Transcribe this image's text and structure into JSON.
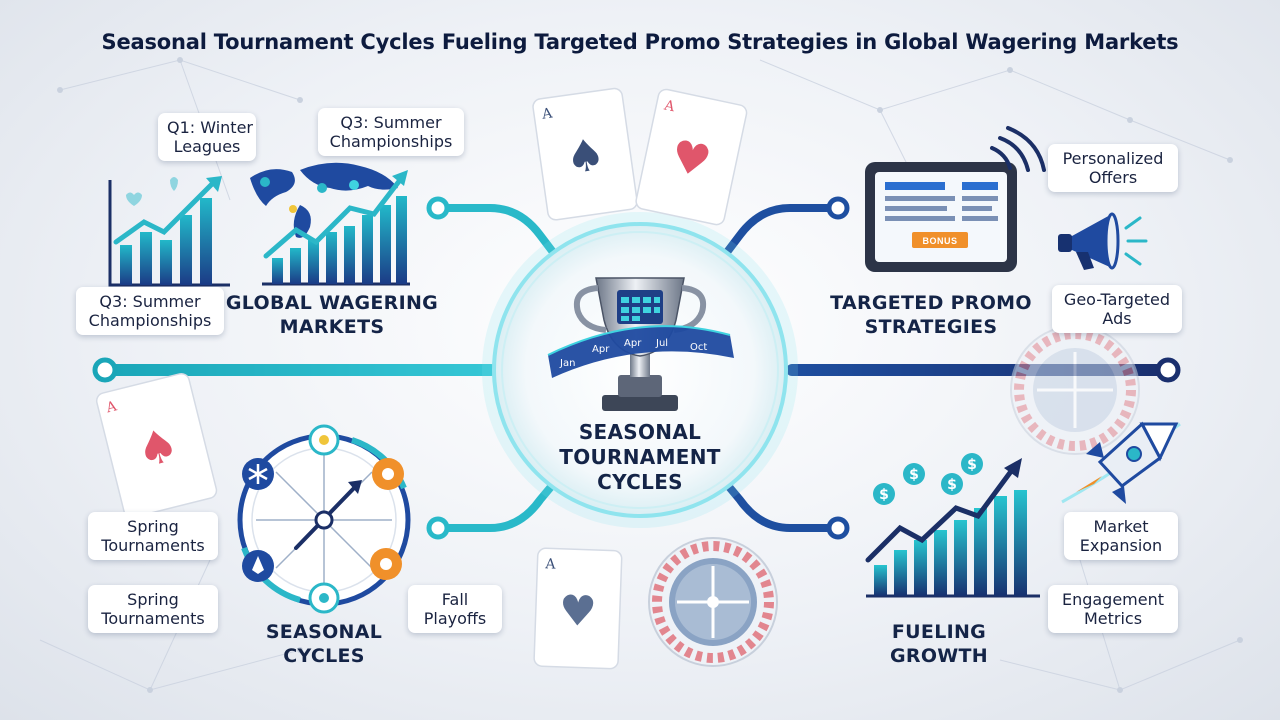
{
  "title": "Seasonal Tournament Cycles Fueling Targeted Promo Strategies in Global Wagering Markets",
  "center": {
    "heading": [
      "SEASONAL",
      "TOURNAMENT",
      "CYCLES"
    ],
    "months": [
      "Jan",
      "Apr",
      "Apr",
      "Jul",
      "Oct"
    ],
    "trophy_icon": "trophy-calendar-icon"
  },
  "top_left": {
    "heading": [
      "GLOBAL WAGERING",
      "MARKETS"
    ],
    "callouts": [
      {
        "lines": [
          "Q1: Winter",
          "Leagues"
        ]
      },
      {
        "lines": [
          "Q3: Summer",
          "Championships"
        ]
      },
      {
        "lines": [
          "Q3: Summer",
          "Championships"
        ]
      }
    ],
    "icons": [
      "bar-growth-chart-icon",
      "world-map-chart-icon"
    ]
  },
  "top_right": {
    "heading": [
      "TARGETED PROMO",
      "STRATEGIES"
    ],
    "tablet_badge": "BONUS",
    "callouts": [
      {
        "lines": [
          "Personalized",
          "Offers"
        ]
      },
      {
        "lines": [
          "Geo-Targeted",
          "Ads"
        ]
      }
    ],
    "icons": [
      "tablet-promo-icon",
      "megaphone-icon",
      "roulette-wheel-icon"
    ]
  },
  "bottom_left": {
    "heading": [
      "SEASONAL",
      "CYCLES"
    ],
    "callouts": [
      {
        "lines": [
          "Spring",
          "Tournaments"
        ]
      },
      {
        "lines": [
          "Spring",
          "Tournaments"
        ]
      },
      {
        "lines": [
          "Fall",
          "Playoffs"
        ]
      }
    ],
    "icons": [
      "seasonal-dial-icon",
      "snowflake-icon",
      "sun-icon",
      "leaf-icon"
    ]
  },
  "bottom_right": {
    "heading": [
      "FUELING",
      "GROWTH"
    ],
    "callouts": [
      {
        "lines": [
          "Market",
          "Expansion"
        ]
      },
      {
        "lines": [
          "Engagement",
          "Metrics"
        ]
      }
    ],
    "icons": [
      "dollar-growth-chart-icon",
      "rocket-icon",
      "roulette-wheel-icon"
    ]
  },
  "cards": [
    {
      "rank": "A",
      "suit": "♠"
    },
    {
      "rank": "A",
      "suit": "♥"
    },
    {
      "rank": "A",
      "suit": "♠"
    },
    {
      "rank": "A",
      "suit": "♥"
    }
  ],
  "colors": {
    "navy": "#142447",
    "deep_blue": "#1b3f8a",
    "teal": "#19b3c4",
    "cyan_glow": "#7fe3f0",
    "accent_orange": "#f0902a",
    "heart_red": "#e0566b",
    "spade_blue": "#3a4f78"
  }
}
